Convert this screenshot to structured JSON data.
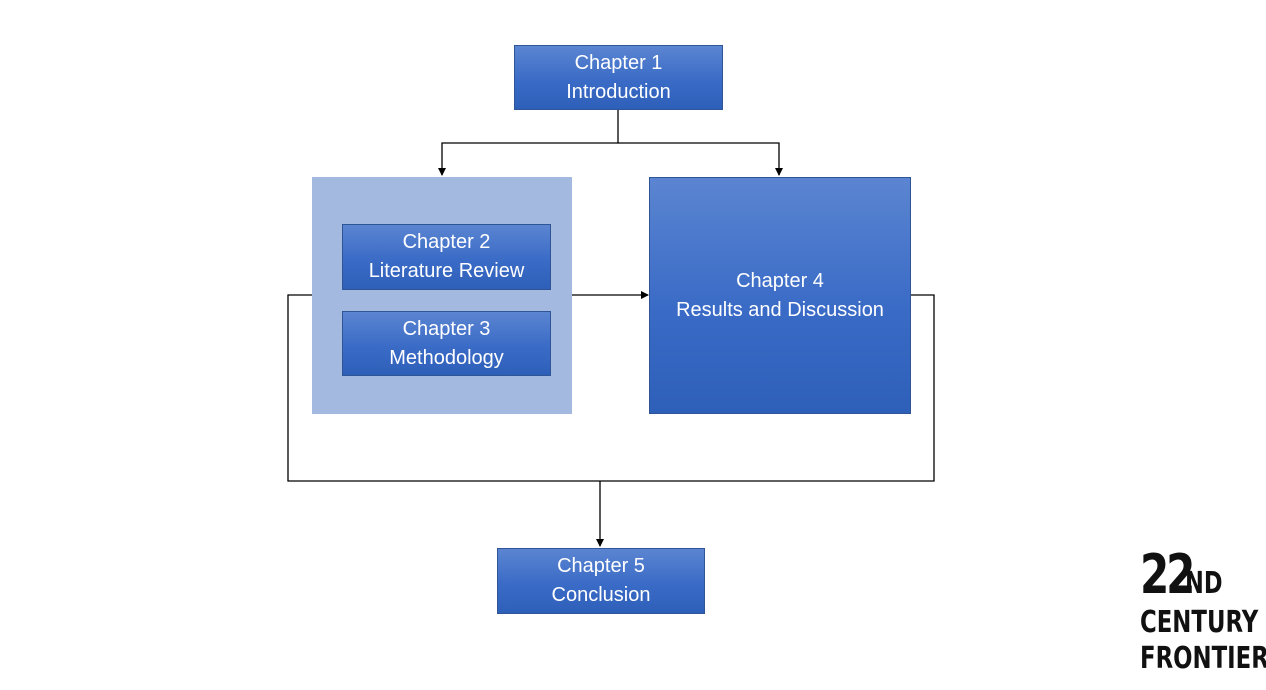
{
  "nodes": {
    "ch1": {
      "title": "Chapter 1",
      "subtitle": "Introduction"
    },
    "ch2": {
      "title": "Chapter 2",
      "subtitle": "Literature Review"
    },
    "ch3": {
      "title": "Chapter 3",
      "subtitle": "Methodology"
    },
    "ch4": {
      "title": "Chapter 4",
      "subtitle": "Results and Discussion"
    },
    "ch5": {
      "title": "Chapter 5",
      "subtitle": "Conclusion"
    }
  },
  "logo": {
    "number": "22",
    "suffix": "ND",
    "line1": "CENTURY",
    "line2": "FRONTIER"
  },
  "colors": {
    "box": "#4472c4",
    "group": "#a3b9e0",
    "connector": "#000000"
  }
}
